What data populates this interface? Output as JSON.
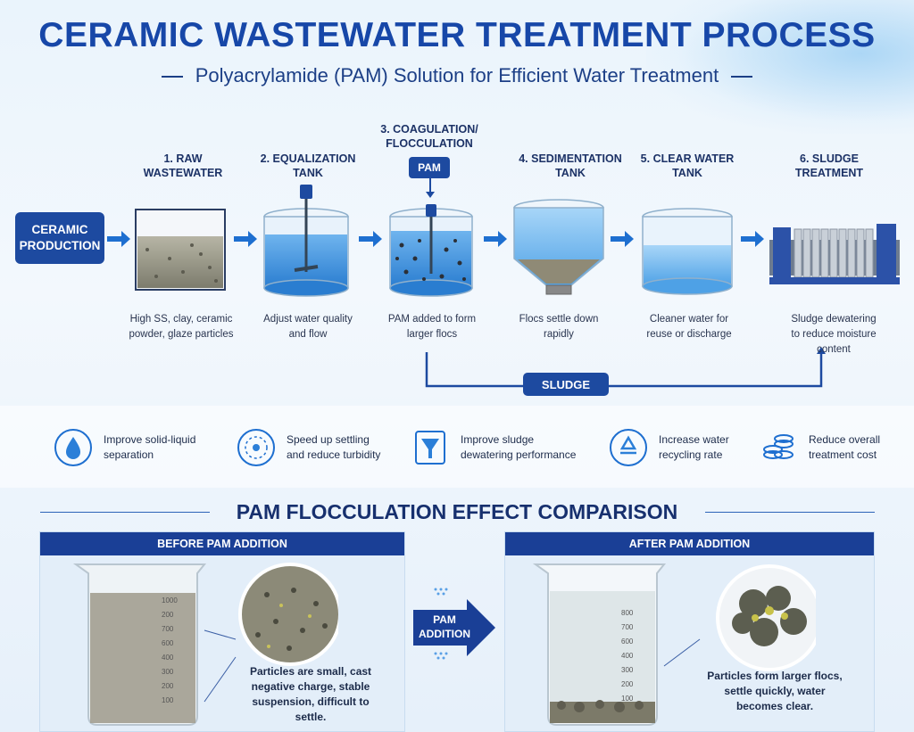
{
  "header": {
    "title": "CERAMIC WASTEWATER TREATMENT PROCESS",
    "subtitle": "Polyacrylamide (PAM) Solution for Efficient Water Treatment"
  },
  "source": {
    "label": "CERAMIC PRODUCTION"
  },
  "steps": [
    {
      "label": "1. RAW WASTEWATER",
      "desc": "High SS, clay, ceramic powder, glaze particles"
    },
    {
      "label": "2. EQUALIZATION TANK",
      "desc": "Adjust water quality and flow"
    },
    {
      "label": "3. COAGULATION/ FLOCCULATION",
      "desc": "PAM added to form larger flocs"
    },
    {
      "label": "4. SEDIMENTATION TANK",
      "desc": "Flocs settle down rapidly"
    },
    {
      "label": "5. CLEAR WATER TANK",
      "desc": "Cleaner water for reuse or discharge"
    },
    {
      "label": "6. SLUDGE TREATMENT",
      "desc": "Sludge dewatering to reduce moisture content"
    }
  ],
  "pam_tag": "PAM",
  "sludge_tag": "SLUDGE",
  "benefits": [
    {
      "text": "Improve solid-liquid separation",
      "icon": "water-drop-icon"
    },
    {
      "text": "Speed up settling and reduce turbidity",
      "icon": "settling-icon"
    },
    {
      "text": "Improve sludge dewatering performance",
      "icon": "filter-icon"
    },
    {
      "text": "Increase water recycling rate",
      "icon": "recycle-icon"
    },
    {
      "text": "Reduce overall treatment cost",
      "icon": "coins-icon"
    }
  ],
  "comparison": {
    "title": "PAM FLOCCULATION EFFECT COMPARISON",
    "before": {
      "header": "BEFORE PAM ADDITION",
      "text": "Particles are small, cast negative charge, stable suspension, difficult to settle."
    },
    "after": {
      "header": "AFTER PAM ADDITION",
      "text": "Particles form larger flocs, settle quickly, water becomes clear."
    },
    "arrow_label": "PAM ADDITION",
    "beaker_marks_before": [
      "1000",
      "200",
      "700",
      "600",
      "400",
      "300",
      "200",
      "100"
    ],
    "beaker_marks_after": [
      "800",
      "700",
      "600",
      "400",
      "300",
      "200",
      "100"
    ]
  },
  "colors": {
    "primary": "#1d4aa0",
    "title": "#1747a8",
    "water": "#4a9be0",
    "arrow": "#1e6fd0"
  }
}
